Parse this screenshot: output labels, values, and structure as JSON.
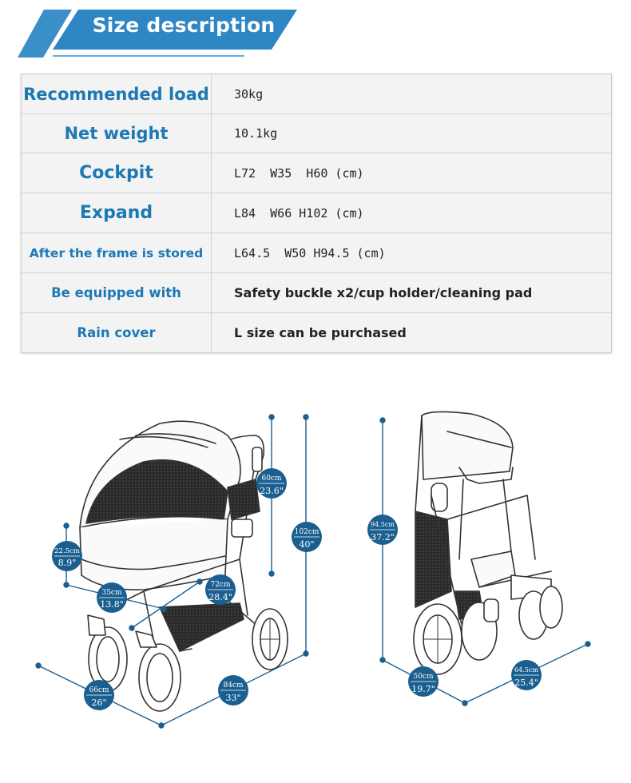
{
  "header": {
    "title": "Size description"
  },
  "specs": [
    {
      "label": "Recommended load",
      "value": "30kg"
    },
    {
      "label": "Net weight",
      "value": "10.1kg"
    },
    {
      "label": "Cockpit",
      "value": "L72  W35  H60 (cm)"
    },
    {
      "label": "Expand",
      "value": "L84  W66 H102 (cm)"
    },
    {
      "label": "After the frame is stored",
      "value": "L64.5  W50 H94.5 (cm)"
    },
    {
      "label": "Be equipped with",
      "value": "Safety buckle x2/cup holder/cleaning pad"
    },
    {
      "label": "Rain cover",
      "value": "L size can be purchased"
    }
  ],
  "dimensions": {
    "height_side": {
      "metric": "22.5cm",
      "imperial": "8.9\""
    },
    "seat_width": {
      "metric": "35cm",
      "imperial": "13.8\""
    },
    "cockpit_length": {
      "metric": "72cm",
      "imperial": "28.4\""
    },
    "cockpit_height": {
      "metric": "60cm",
      "imperial": "23.6\""
    },
    "total_height": {
      "metric": "102cm",
      "imperial": "40\""
    },
    "total_width": {
      "metric": "66cm",
      "imperial": "26\""
    },
    "total_length": {
      "metric": "84cm",
      "imperial": "33\""
    },
    "folded_height": {
      "metric": "94.5cm",
      "imperial": "37.2\""
    },
    "folded_width": {
      "metric": "50cm",
      "imperial": "19.7\""
    },
    "folded_length": {
      "metric": "64.5cm",
      "imperial": "25.4\""
    }
  },
  "colors": {
    "accent": "#1d78b3",
    "badge": "#1a5f8f",
    "banner": "#3a8fc8"
  }
}
